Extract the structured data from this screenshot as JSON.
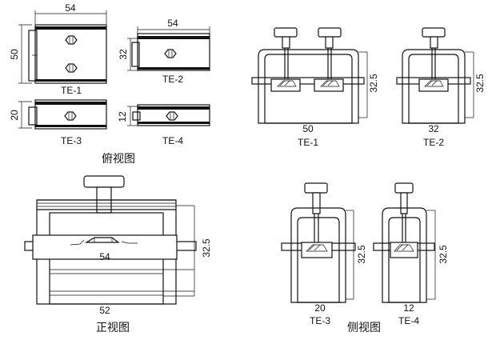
{
  "top_view": {
    "caption": "俯视图",
    "te1": {
      "label": "TE-1",
      "width_dim": "54",
      "height_dim": "50"
    },
    "te2": {
      "label": "TE-2",
      "width_dim": "54",
      "height_dim": "32"
    },
    "te3": {
      "label": "TE-3",
      "height_dim": "20"
    },
    "te4": {
      "label": "TE-4",
      "height_dim": "12"
    }
  },
  "side_view_top": {
    "te1": {
      "label": "TE-1",
      "width_dim": "50",
      "height_dim": "32.5"
    },
    "te2": {
      "label": "TE-2",
      "width_dim": "32",
      "height_dim": "32.5"
    }
  },
  "front_view": {
    "caption": "正视图",
    "inner_dim": "54",
    "bottom_dim": "52",
    "height_dim": "32.5"
  },
  "side_view": {
    "caption": "侧视图",
    "te3": {
      "label": "TE-3",
      "width_dim": "20",
      "height_dim": "32.5"
    },
    "te4": {
      "label": "TE-4",
      "width_dim": "12",
      "height_dim": "32.5"
    }
  }
}
